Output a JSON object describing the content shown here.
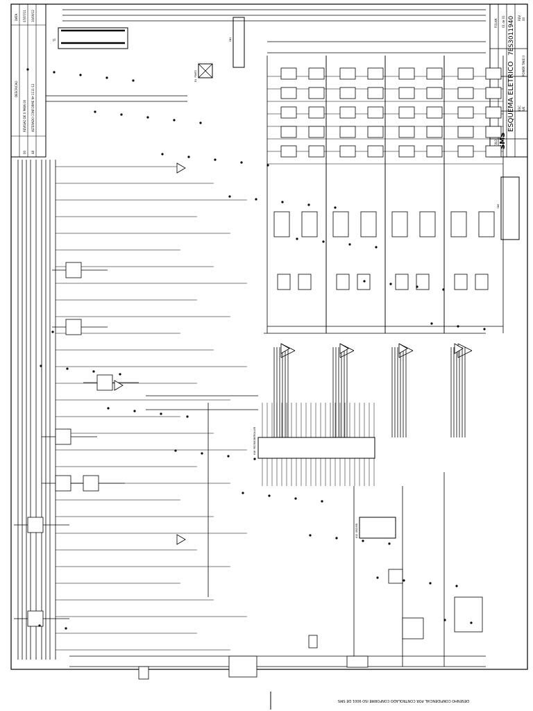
{
  "title_block": {
    "company": "SMS",
    "drawing_title": "ESQUEMA ELETRICO",
    "titulo_label": "TITULO",
    "drawing_number": "7ES3011940",
    "model_label": "POWER TAKE II",
    "sheet_label": "FOLHA",
    "sheet_value": "01 de 01",
    "esc_label": "ESC",
    "esc_value": "S/E",
    "rev_label": "REV",
    "rev_value": "00"
  },
  "revision_block": {
    "rows": [
      {
        "rev": "00",
        "desc": "REVISAO DE 0 PARA 00",
        "date": "07/07/11"
      },
      {
        "rev": "48",
        "desc": "ALTERADO CONFORME Nº 1111-12",
        "date": "10/09/12"
      }
    ],
    "header_desc": "DESCRICAO",
    "header_date": "DATA"
  },
  "footer": {
    "note": "DESENHO CONFIDENCIAL POR CONTROLADO CONFORME ISO 9001 DE SMS"
  },
  "labels": {
    "ic_main": "U10 MICROCONTROLLER",
    "ic_driver": "U12 DRIVER",
    "transformer": "T1",
    "bridge": "D1 PONTE",
    "connector_power": "CN1",
    "connector_out": "CN5"
  }
}
